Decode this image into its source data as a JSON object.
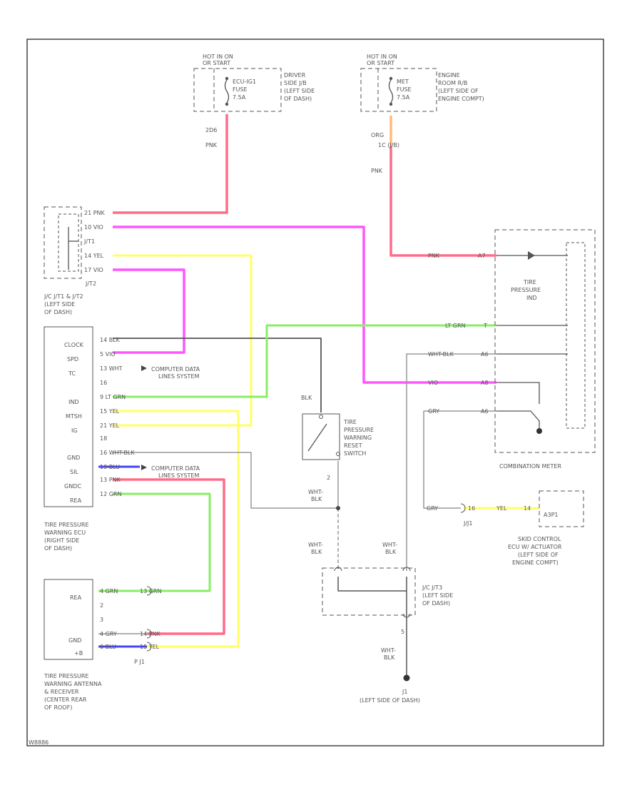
{
  "colors": {
    "frame": "#444444",
    "text": "#555555",
    "pink": "#ff6b8a",
    "magenta": "#ff55ff",
    "yellow": "#ffff66",
    "green": "#88ee66",
    "orange": "#ffbb77",
    "blue": "#4444ff",
    "dark": "#555555",
    "gray": "#999999"
  },
  "fuse1": {
    "header": [
      "HOT IN ON",
      "OR START"
    ],
    "fuse_label": [
      "ECU-IG1",
      "FUSE",
      "7.5A"
    ],
    "box_label": [
      "DRIVER",
      "SIDE J/B",
      "(LEFT SIDE",
      "OF DASH)"
    ],
    "wire_code": "2D6",
    "wire_color": "PNK"
  },
  "fuse2": {
    "header": [
      "HOT IN ON",
      "OR START"
    ],
    "fuse_label": [
      "MET",
      "FUSE",
      "7.5A"
    ],
    "box_label": [
      "ENGINE",
      "ROOM R/B",
      "(LEFT SIDE OF",
      "ENGINE COMPT)"
    ],
    "wire_code": "ORG",
    "connector": "1C (J/B)",
    "wire_color": "PNK"
  },
  "jc_top": {
    "pins": [
      "21 PNK",
      "10 VIO",
      "J/T1",
      "14 YEL",
      "17 VIO"
    ],
    "connector": "J/T2",
    "label": [
      "J/C J/T1 & J/T2",
      "(LEFT SIDE",
      "OF DASH)"
    ]
  },
  "ecu": {
    "terminals": [
      "CLOCK",
      "SPD",
      "TC",
      "",
      "IND",
      "MTSH",
      "IG",
      "",
      "GND",
      "SIL",
      "GNDC",
      "REA"
    ],
    "wires": [
      "14 BLK",
      "5 VIO",
      "13 WHT",
      "16",
      "9 LT GRN",
      "15 YEL",
      "21 YEL",
      "18",
      "16 WHT-BLK",
      "19 BLU",
      "13 PNK",
      "12 GRN"
    ],
    "note1": [
      "COMPUTER DATA",
      "LINES SYSTEM"
    ],
    "note2": [
      "COMPUTER DATA",
      "LINES SYSTEM"
    ],
    "label": [
      "TIRE PRESSURE",
      "WARNING ECU",
      "(RIGHT SIDE",
      "OF DASH)"
    ]
  },
  "meter": {
    "pin_labels": [
      "PNK",
      "LT GRN",
      "WHT-BLK",
      "VIO",
      "GRY"
    ],
    "pins": [
      "A7",
      "T",
      "A6",
      "A8",
      "A6"
    ],
    "ind_label": [
      "TIRE",
      "PRESSURE",
      "IND"
    ],
    "label": "COMBINATION METER"
  },
  "switch": {
    "wire": "BLK",
    "label": [
      "TIRE",
      "PRESSURE",
      "WARNING",
      "RESET",
      "SWITCH"
    ],
    "pin": "2",
    "ground_wire": [
      "WHT-",
      "BLK"
    ]
  },
  "antenna": {
    "terminals": [
      "REA",
      "",
      "",
      "GND",
      "+B"
    ],
    "wires": [
      "4 GRN",
      "2",
      "3",
      "4 GRY",
      "6 BLU"
    ],
    "conn_pins": [
      "13 GRN",
      "",
      "",
      "14 PNK",
      "15 YEL"
    ],
    "connector": "P J1",
    "label": [
      "TIRE PRESSURE",
      "WARNING ANTENNA",
      "& RECEIVER",
      "(CENTER REAR",
      "OF ROOF)"
    ]
  },
  "skid": {
    "wire": "GRY",
    "pin_in": "16",
    "wire2": "YEL",
    "pin_out": "14",
    "connector": "A3P1",
    "jconn": "J/J1",
    "label": [
      "SKID CONTROL",
      "ECU W/ ACTUATOR",
      "(LEFT SIDE OF",
      "ENGINE COMPT)"
    ]
  },
  "jc_bottom": {
    "left_wire": [
      "WHT-",
      "BLK"
    ],
    "right_wire": [
      "WHT-",
      "BLK"
    ],
    "label": [
      "J/C J/T3",
      "(LEFT SIDE",
      "OF DASH)"
    ],
    "pin": "5",
    "ground_wire": [
      "WHT-",
      "BLK"
    ]
  },
  "ground": {
    "id": "J1",
    "label": "(LEFT SIDE OF DASH)"
  },
  "footer": "W8886"
}
